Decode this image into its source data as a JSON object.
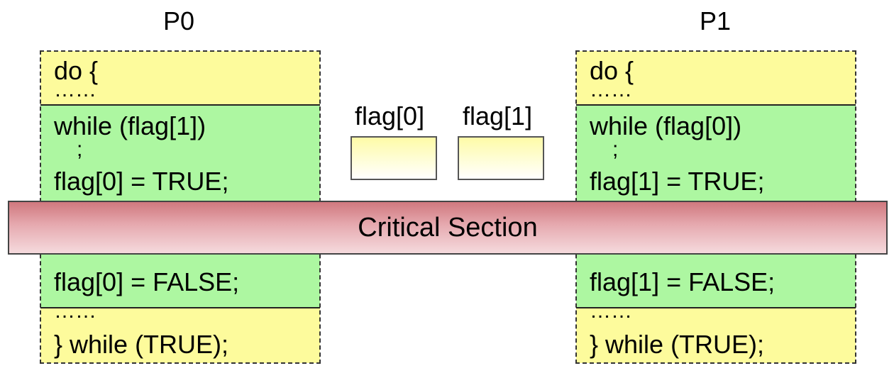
{
  "processes": [
    {
      "label": "P0",
      "entry_do": "do {",
      "entry_dots": "……",
      "while_line": "while (flag[1])",
      "semicolon": ";",
      "set_true": "flag[0] = TRUE;",
      "set_false": "flag[0] = FALSE;",
      "exit_dots": "……",
      "end_while": "} while (TRUE);"
    },
    {
      "label": "P1",
      "entry_do": "do {",
      "entry_dots": "……",
      "while_line": "while (flag[0])",
      "semicolon": ";",
      "set_true": "flag[1] = TRUE;",
      "set_false": "flag[1] = FALSE;",
      "exit_dots": "……",
      "end_while": "} while (TRUE);"
    }
  ],
  "flags": [
    {
      "label": "flag[0]"
    },
    {
      "label": "flag[1]"
    }
  ],
  "critical_section": "Critical Section",
  "colors": {
    "remainder": "#fdfb9c",
    "entry_exit": "#adf7a1",
    "critical": "#e0a0a6"
  }
}
